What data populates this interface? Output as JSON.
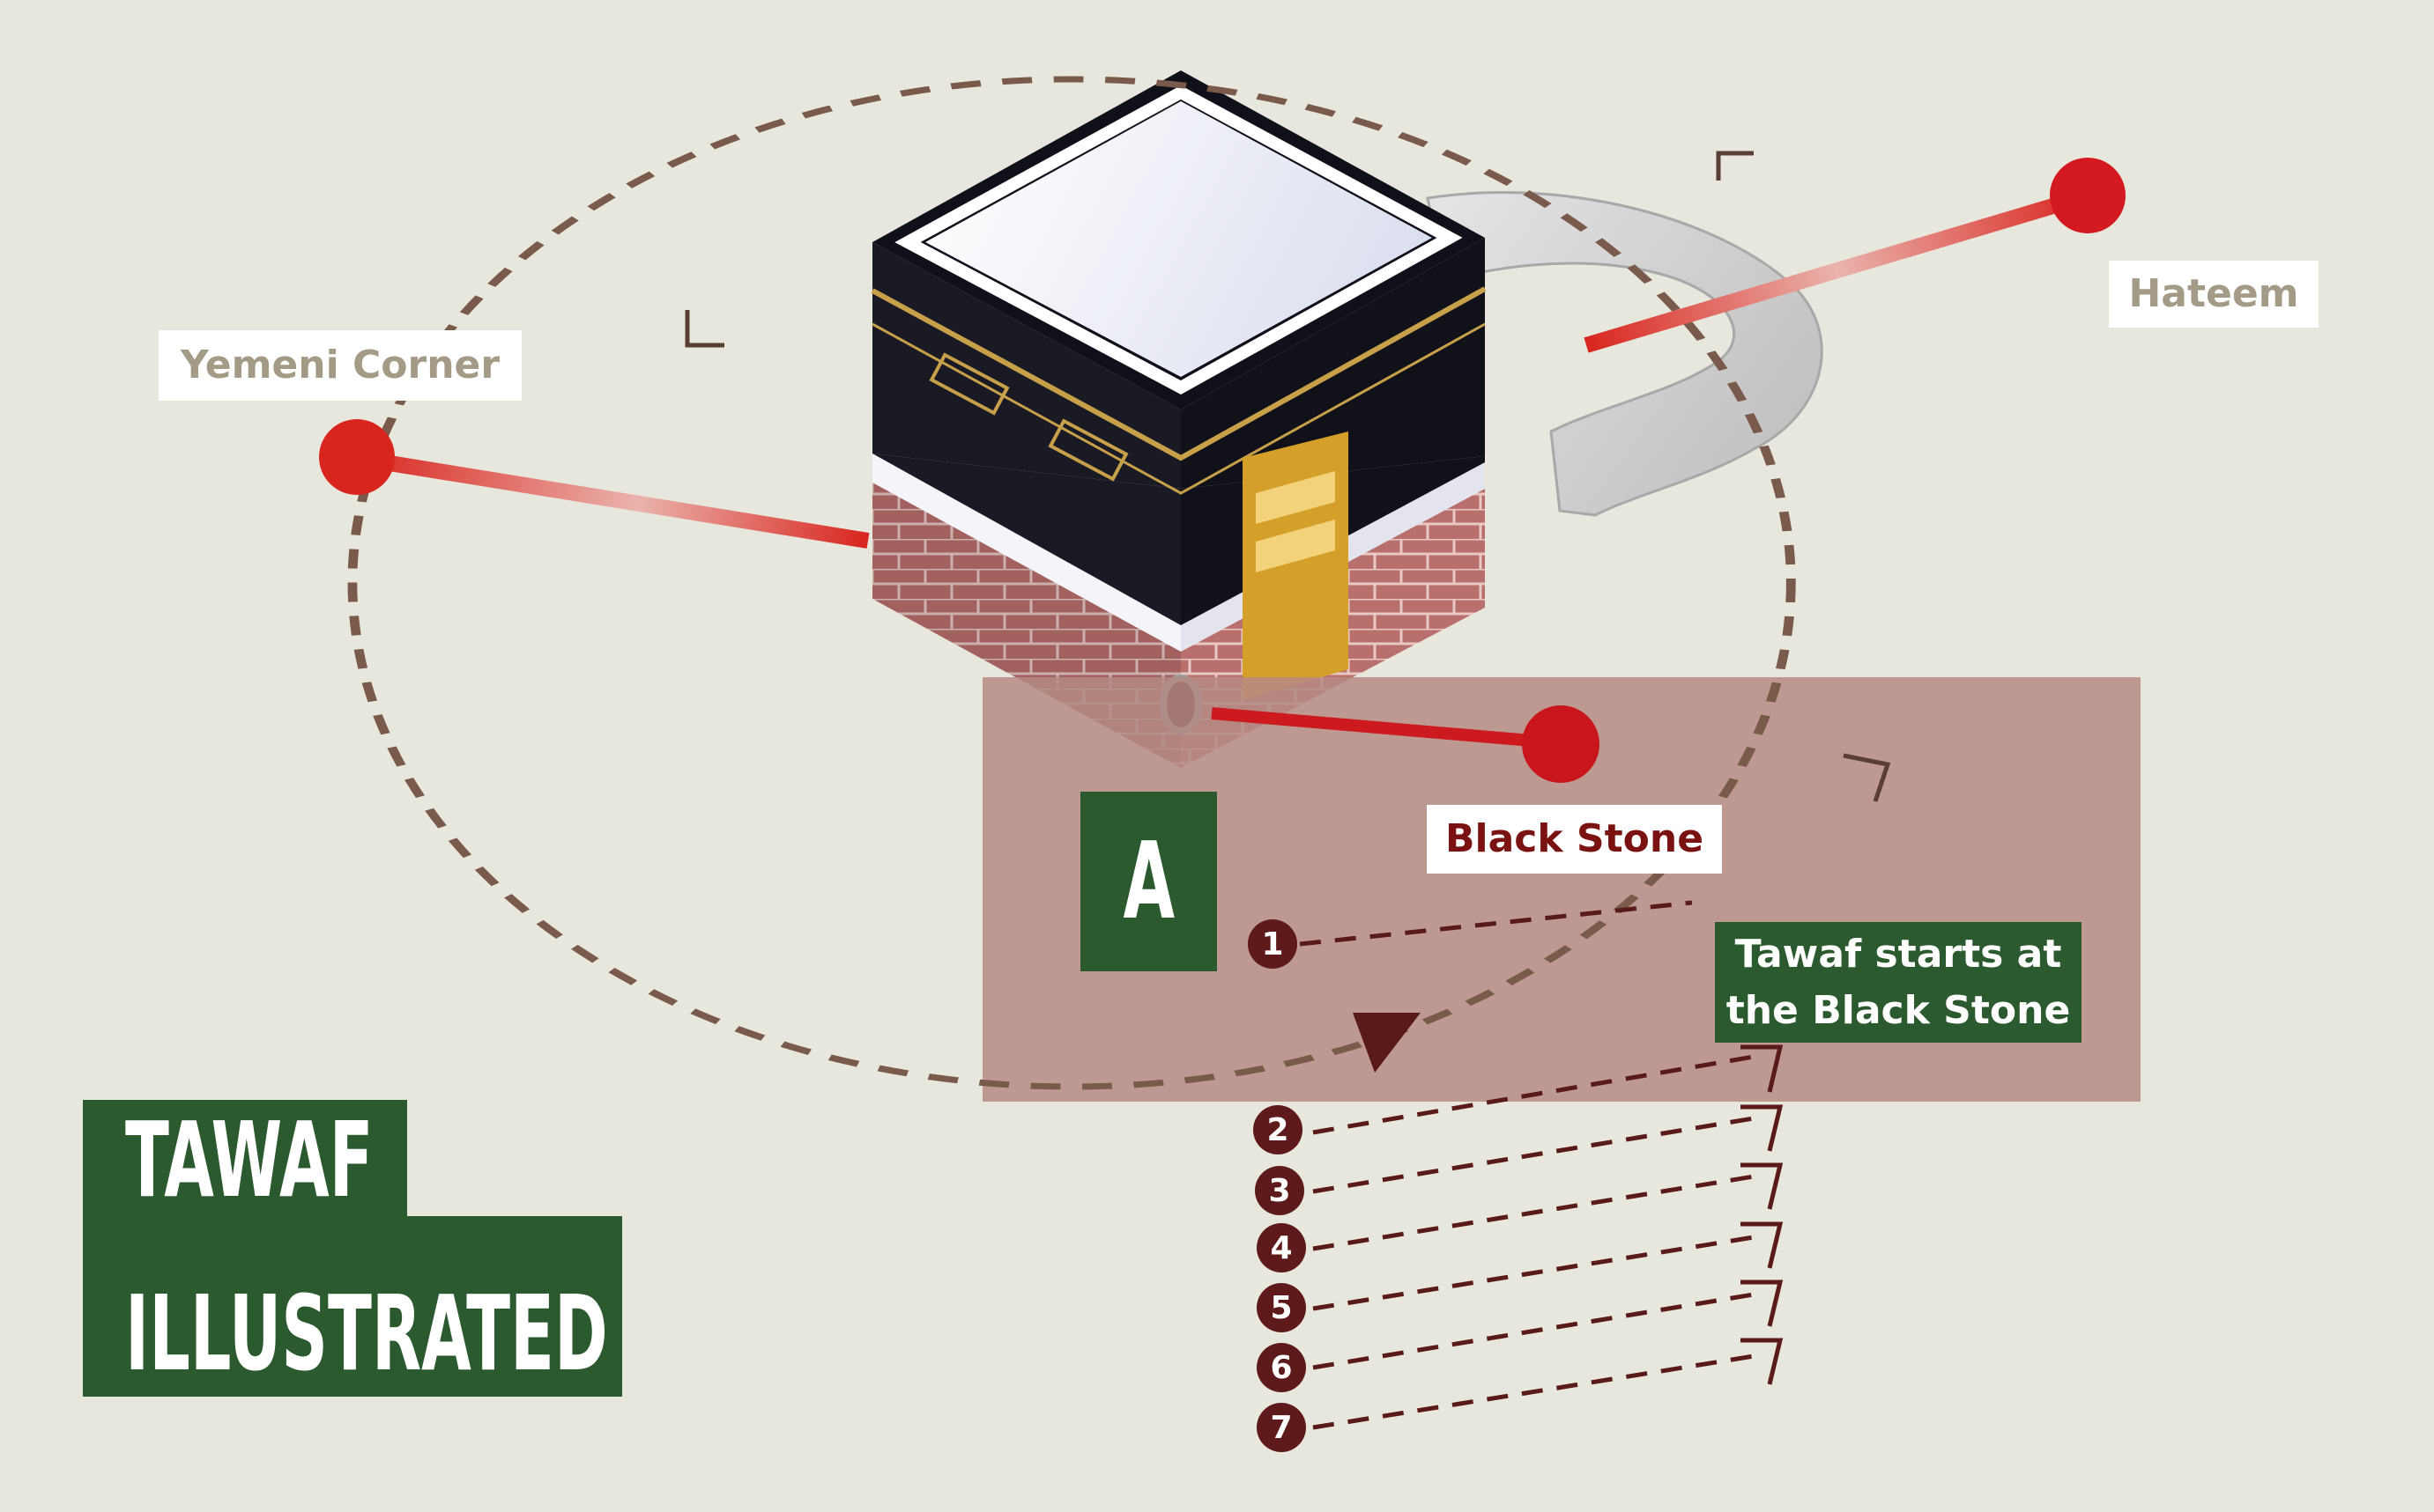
{
  "title": {
    "line1": "TAWAF",
    "line2": "ILLUSTRATED"
  },
  "labels": {
    "yemeni_corner": "Yemeni Corner",
    "hateem": "Hateem",
    "black_stone": "Black Stone",
    "start_line1": "Tawaf starts at",
    "start_line2": "the Black Stone",
    "marker_a": "A"
  },
  "rounds": [
    "1",
    "2",
    "3",
    "4",
    "5",
    "6",
    "7"
  ],
  "colors": {
    "background": "#e8e7dd",
    "green": "#2c5a2f",
    "pointer_red": "#d01b1b",
    "path_brown": "#7a5a4a",
    "round_circle": "#5e1a1a",
    "zone": "#b58b84"
  }
}
